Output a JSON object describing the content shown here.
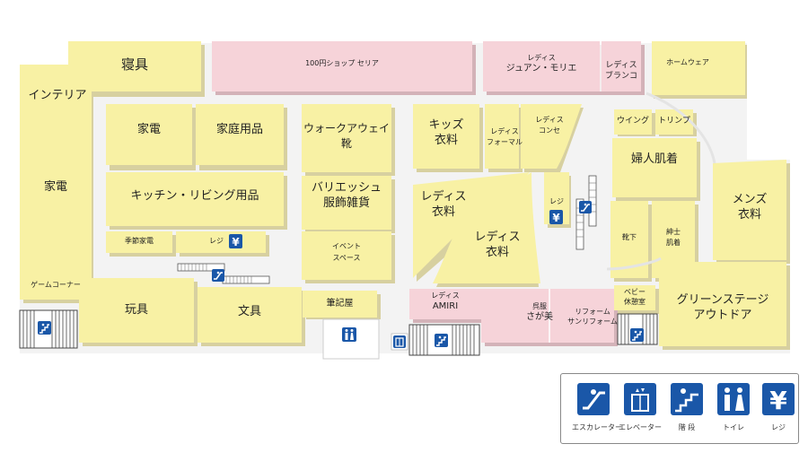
{
  "floor_map": {
    "shops": {
      "bedding": "寝具",
      "interior": "インテリア",
      "appliances_left": "家電",
      "game_corner": "ゲームコーナー",
      "appliances": "家電",
      "household_goods": "家庭用品",
      "kitchen_living": "キッチン・リビング用品",
      "seasonal_appliances": "季節家電",
      "register_1": "レジ",
      "toys": "玩具",
      "stationery": "文具",
      "hundred_yen_shop": "100円ショップ セリア",
      "walk_away_line1": "ウォークアウェイ",
      "walk_away_line2": "靴",
      "variety_line1": "バリエッシュ",
      "variety_line2": "服飾雑貨",
      "event_line1": "イベント",
      "event_line2": "スペース",
      "fude_kiya": "筆記屋",
      "kids_line1": "キッズ",
      "kids_line2": "衣料",
      "ladies_formal_line1": "レディス",
      "ladies_formal_line2": "フォーマル",
      "ladies_conce_line1": "レディス",
      "ladies_conce_line2": "コンセ",
      "ladies_wear1_line1": "レディス",
      "ladies_wear1_line2": "衣料",
      "ladies_wear2_line1": "レディス",
      "ladies_wear2_line2": "衣料",
      "register_2": "レジ",
      "ladies_morie_line1": "レディス",
      "ladies_morie_line2": "ジュアン・モリエ",
      "ladies_blanco_line1": "レディス",
      "ladies_blanco_line2": "ブランコ",
      "home_wear": "ホームウェア",
      "wing": "ウイング",
      "triumph": "トリンプ",
      "women_underwear": "婦人肌着",
      "socks": "靴下",
      "men_underwear_line1": "紳士",
      "men_underwear_line2": "肌着",
      "mens_wear_line1": "メンズ",
      "mens_wear_line2": "衣料",
      "amiri_line1": "レディス",
      "amiri_line2": "AMIRI",
      "kimono_line1": "呉服",
      "kimono_line2": "さが美",
      "reform_line1": "リフォーム",
      "reform_line2": "サンリフォーム",
      "baby_rest_line1": "ベビー",
      "baby_rest_line2": "休憩室",
      "green_stage_line1": "グリーンステージ",
      "green_stage_line2": "アウトドア"
    },
    "colors": {
      "shop": "#f8f1a4",
      "shop_shadow": "#d7d0a0",
      "pink_shop": "#f6d3d9",
      "pink_shadow": "#d3b2b8",
      "corridor": "#f2f2f2",
      "icon_blue": "#1a57a8"
    }
  },
  "legend": {
    "escalator": "エスカレーター",
    "elevator": "エレベーター",
    "stairs": "階 段",
    "toilet": "トイレ",
    "register": "レジ"
  }
}
